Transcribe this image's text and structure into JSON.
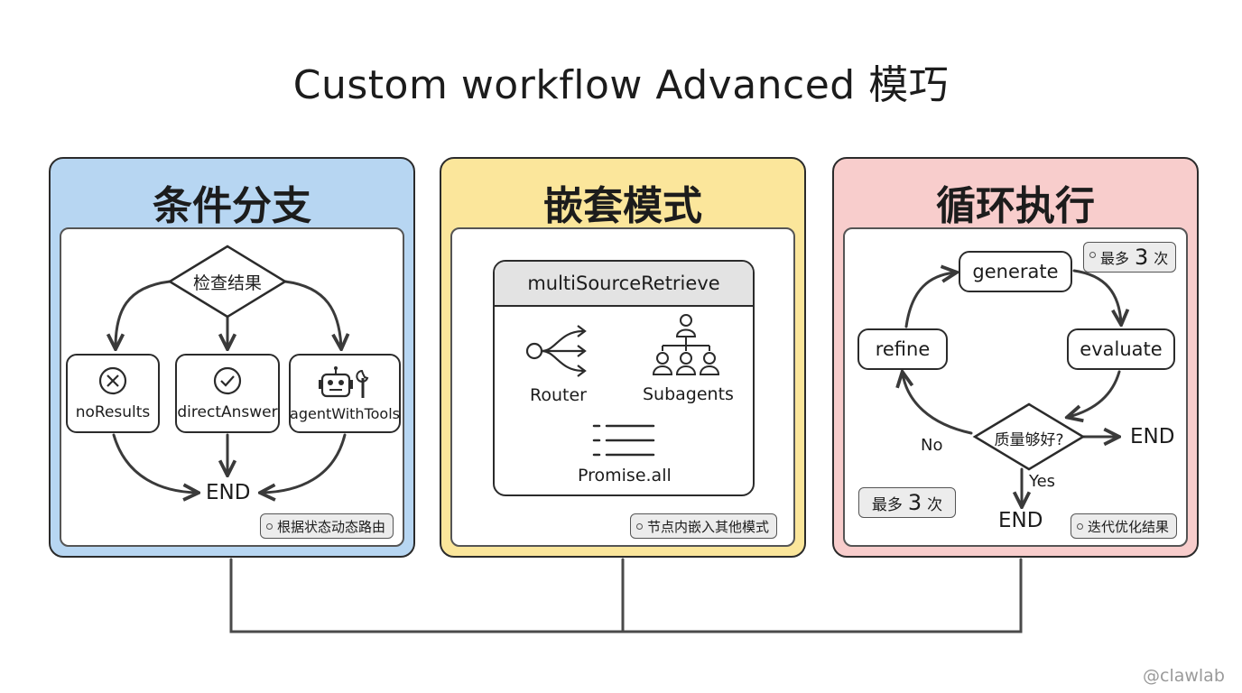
{
  "title": "Custom workflow Advanced 模巧",
  "watermark": "@clawlab",
  "colors": {
    "panel1": "#b7d6f2",
    "panel2": "#fbe69b",
    "panel3": "#f8cdcc",
    "stroke": "#2b2b2b",
    "tag_bg": "#ececec"
  },
  "panel1": {
    "title": "条件分支",
    "decision": "检查结果",
    "nodes": [
      "noResults",
      "directAnswer",
      "agentWithTools"
    ],
    "node_icons": [
      "x-circle-icon",
      "check-circle-icon",
      "robot-wrench-icon"
    ],
    "end": "END",
    "tag": "根据状态动态路由"
  },
  "panel2": {
    "title": "嵌套模式",
    "container_title": "multiSourceRetrieve",
    "router": "Router",
    "subagents": "Subagents",
    "promise": "Promise.all",
    "tag": "节点内嵌入其他模式"
  },
  "panel3": {
    "title": "循环执行",
    "generate": "generate",
    "evaluate": "evaluate",
    "refine": "refine",
    "decision": "质量够好?",
    "no": "No",
    "yes": "Yes",
    "end_right": "END",
    "end_bottom": "END",
    "max_top_prefix": "最多",
    "max_top_num": "3",
    "max_top_suffix": "次",
    "max_bottom_prefix": "最多",
    "max_bottom_num": "3",
    "max_bottom_suffix": "次",
    "tag": "迭代优化结果"
  }
}
